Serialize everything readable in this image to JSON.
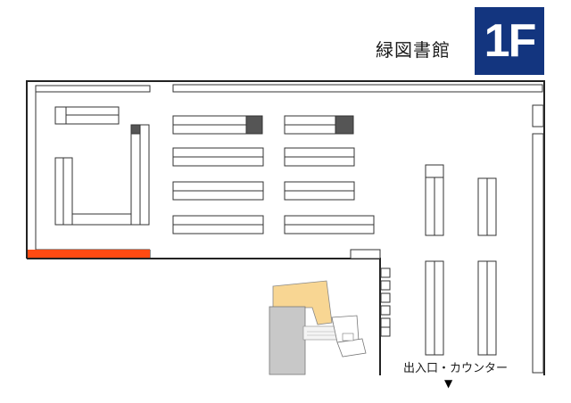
{
  "map": {
    "library_name": "緑図書館",
    "floor_label": "1F",
    "entrance_label": "出入口・カウンター",
    "entrance_arrow": "▼",
    "colors": {
      "accent_orange": "#ff4a12",
      "building_highlight": "#f8d693",
      "badge_blue": "#13357f",
      "shelf_dark": "#555555"
    }
  }
}
